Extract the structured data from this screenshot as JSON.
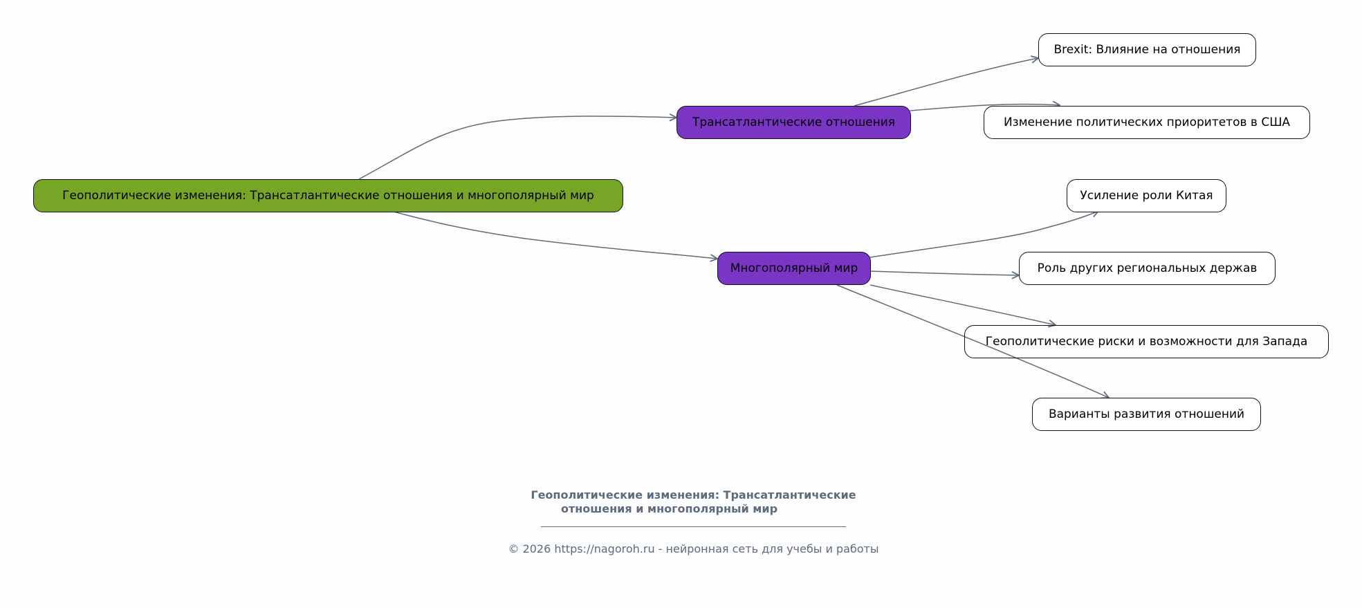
{
  "colors": {
    "root": "#77a627",
    "branch": "#7b35c4",
    "leaf": "#ffffff",
    "edge": "#5f6b7a",
    "footer": "#5d6b7a"
  },
  "root": {
    "label": "Геополитические изменения: Трансатлантические отношения и многополярный мир"
  },
  "branches": [
    {
      "label": "Трансатлантические отношения",
      "children": [
        {
          "label": "Brexit: Влияние на отношения"
        },
        {
          "label": "Изменение политических приоритетов в США"
        }
      ]
    },
    {
      "label": "Многополярный мир",
      "children": [
        {
          "label": "Усиление роли Китая"
        },
        {
          "label": "Роль других региональных держав"
        },
        {
          "label": "Геополитические риски и возможности для Запада"
        },
        {
          "label": "Варианты развития отношений"
        }
      ]
    }
  ],
  "footer": {
    "title_line1": "Геополитические изменения: Трансатлантические",
    "title_line2": "отношения и многополярный мир",
    "copyright": "© 2026 https://nagoroh.ru - нейронная сеть для учебы и работы"
  }
}
